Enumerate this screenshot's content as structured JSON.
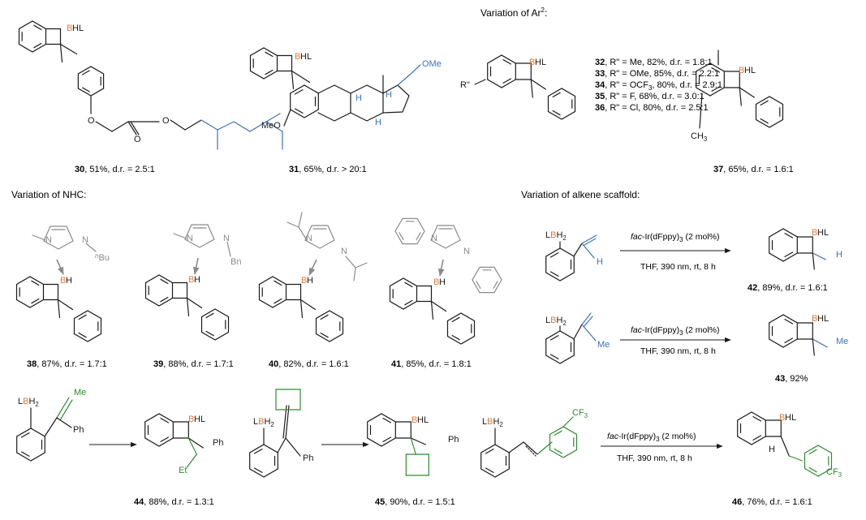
{
  "colors": {
    "black": "#1a1a1a",
    "blue": "#3b73b9",
    "orange": "#e07b39",
    "green": "#2e8b2e",
    "grey": "#8a8a8a"
  },
  "sections": {
    "ar2": "Variation of Ar",
    "ar2_sup": "2",
    "ar2_colon": ":",
    "nhc": "Variation of NHC:",
    "alkene": "Variation of alkene scaffold:"
  },
  "atoms": {
    "B": "B",
    "HL": "HL",
    "H": "H",
    "L": "L",
    "LB": "LB",
    "H2": "H",
    "H2sub": "2",
    "O": "O",
    "OMe": "OMe",
    "MeO": "MeO",
    "Me": "Me",
    "Ph": "Ph",
    "Et": "Et",
    "Bn": "Bn",
    "nBu_n": "n",
    "nBu": "Bu",
    "N": "N",
    "Rpp": "R\"",
    "CH3": "CH",
    "CH3sub": "3",
    "CF3": "CF",
    "CF3sub": "3"
  },
  "variations": [
    {
      "num": "32",
      "text": ", R\" = Me, 82%, d.r. = 1.8:1"
    },
    {
      "num": "33",
      "text": ", R\" = OMe, 85%, d.r. = 2.2:1"
    },
    {
      "num": "34",
      "text_a": ", R\" = OCF",
      "sub": "3",
      "text_b": ", 80%, d.r. = 2.9:1"
    },
    {
      "num": "35",
      "text": ", R\" = F, 68%, d.r. = 3.0:1"
    },
    {
      "num": "36",
      "text": ", R\" = Cl, 80%, d.r. = 2.5:1"
    }
  ],
  "compounds": [
    {
      "num": "30",
      "text": ", 51%, d.r. = 2.5:1"
    },
    {
      "num": "31",
      "text": ", 65%, d.r. > 20:1"
    },
    {
      "num": "37",
      "text": ", 65%, d.r. = 1.6:1"
    },
    {
      "num": "38",
      "text": ", 87%, d.r. = 1.7:1"
    },
    {
      "num": "39",
      "text": ", 88%, d.r. = 1.7:1"
    },
    {
      "num": "40",
      "text": ", 82%, d.r. = 1.6:1"
    },
    {
      "num": "41",
      "text": ", 85%, d.r. = 1.8:1"
    },
    {
      "num": "42",
      "text": ", 89%, d.r. = 1.6:1"
    },
    {
      "num": "43",
      "text": ", 92%"
    },
    {
      "num": "44",
      "text": ", 88%, d.r. = 1.3:1"
    },
    {
      "num": "45",
      "text": ", 90%, d.r. = 1.5:1"
    },
    {
      "num": "46",
      "text": ", 76%, d.r. = 1.6:1"
    }
  ],
  "conditions": {
    "cat_fac": "fac",
    "cat_rest": "-Ir(dFppy)",
    "cat_sub": "3",
    "cat_load": " (2 mol%)",
    "solvent": "THF, 390 nm, rt, 8 h"
  }
}
